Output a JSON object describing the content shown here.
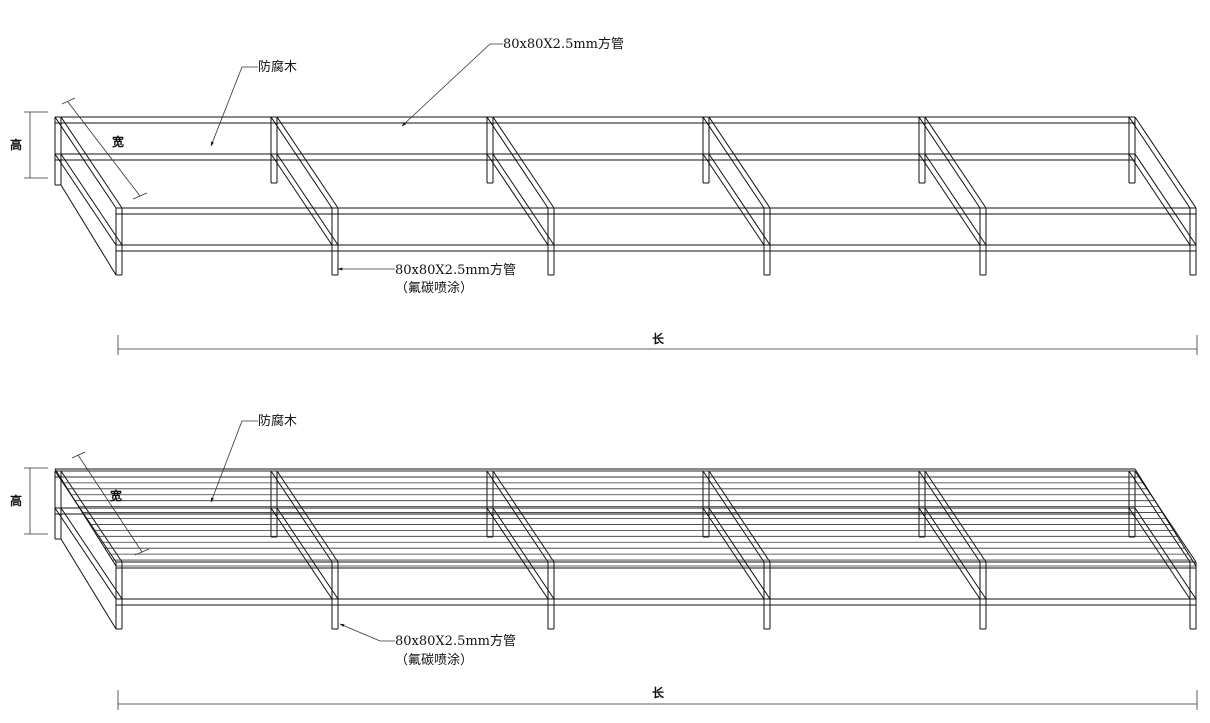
{
  "top_view": {
    "label_wood": "防腐木",
    "label_top_tube": "80x80X2.5mm方管",
    "label_post_line1": "80x80X2.5mm方管",
    "label_post_line2": "（氟碳喷涂）",
    "dim_height": "高",
    "dim_width": "宽",
    "dim_length": "长"
  },
  "bottom_view": {
    "label_wood": "防腐木",
    "label_post_line1": "80x80X2.5mm方管",
    "label_post_line2": "（氟碳喷涂）",
    "dim_height": "高",
    "dim_width": "宽",
    "dim_length": "长"
  }
}
